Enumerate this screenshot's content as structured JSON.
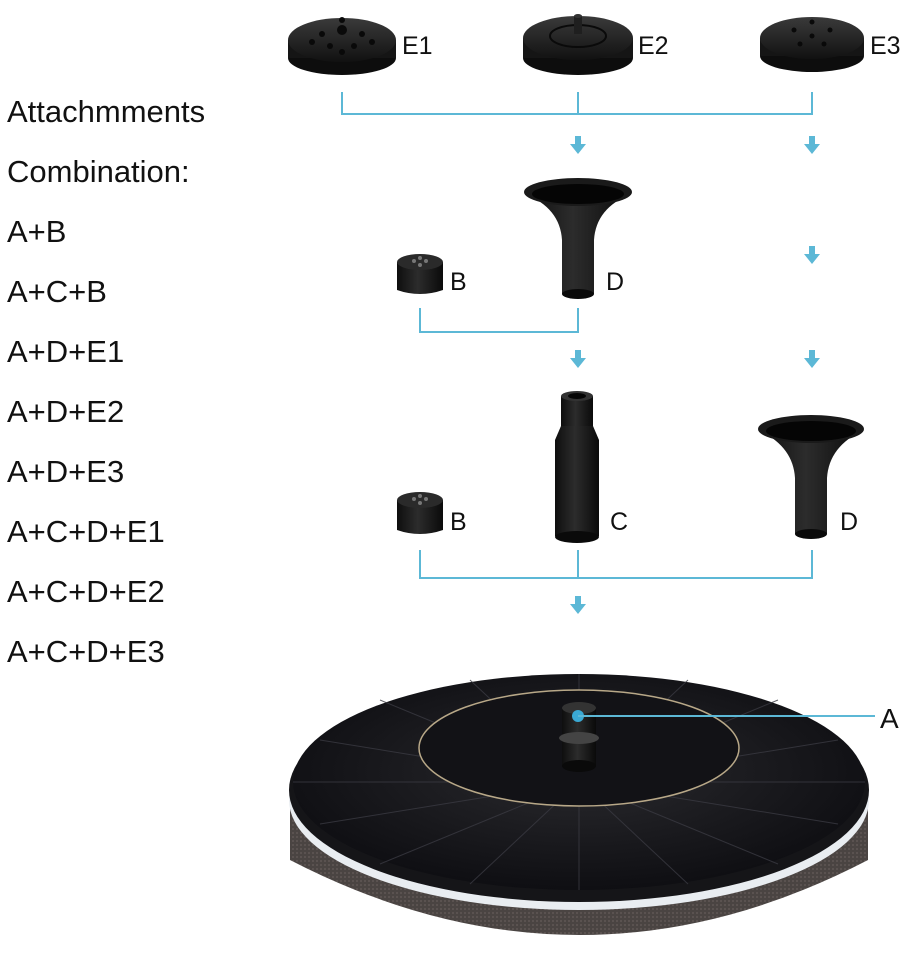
{
  "heading": {
    "line1": "Attachmments",
    "line2": "Combination:"
  },
  "combinations": [
    "A+B",
    "A+C+B",
    "A+D+E1",
    "A+D+E2",
    "A+D+E3",
    "A+C+D+E1",
    "A+C+D+E2",
    "A+C+D+E3"
  ],
  "parts": {
    "e1": "E1",
    "e2": "E2",
    "e3": "E3",
    "b": "B",
    "c": "C",
    "d": "D",
    "a": "A"
  },
  "colors": {
    "connector": "#5cb8d6",
    "part": "#1a1a1a",
    "text": "#111111"
  }
}
